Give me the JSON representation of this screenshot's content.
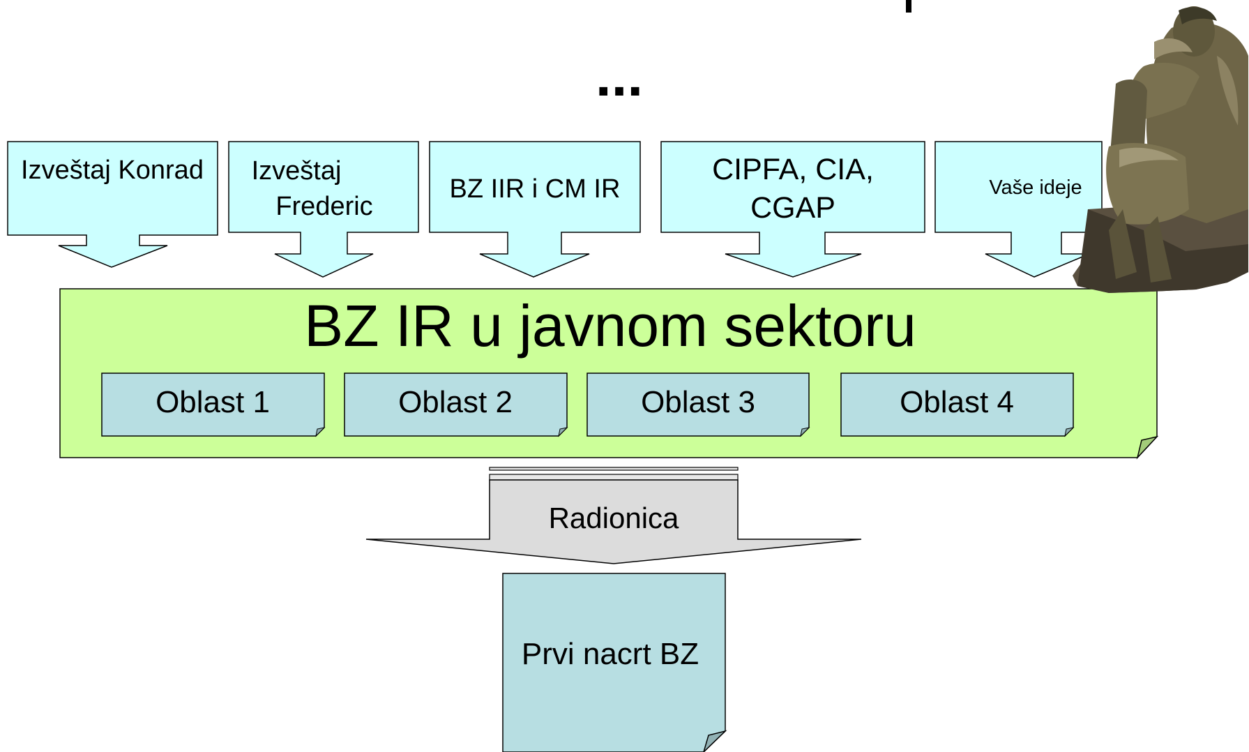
{
  "ellipsis": "...",
  "sources": {
    "s1": "Izveštaj Konrad",
    "s2": {
      "line1": "Izveštaj",
      "line2": "Frederic"
    },
    "s3": "BZ IIR i CM IR",
    "s4": {
      "line1": "CIPFA, CIA,",
      "line2": "CGAP"
    },
    "s5": "Vaše ideje"
  },
  "main": {
    "title": "BZ IR u javnom sektoru",
    "areas": [
      "Oblast 1",
      "Oblast 2",
      "Oblast 3",
      "Oblast 4"
    ]
  },
  "workshop": "Radionica",
  "output": "Prvi nacrt BZ",
  "colors": {
    "source_fill": "#ccffff",
    "main_fill": "#ccff99",
    "area_fill": "#b7dee2",
    "workshop_fill": "#dcdcdc",
    "output_fill": "#b7dee2"
  },
  "image": "thinker-statue"
}
